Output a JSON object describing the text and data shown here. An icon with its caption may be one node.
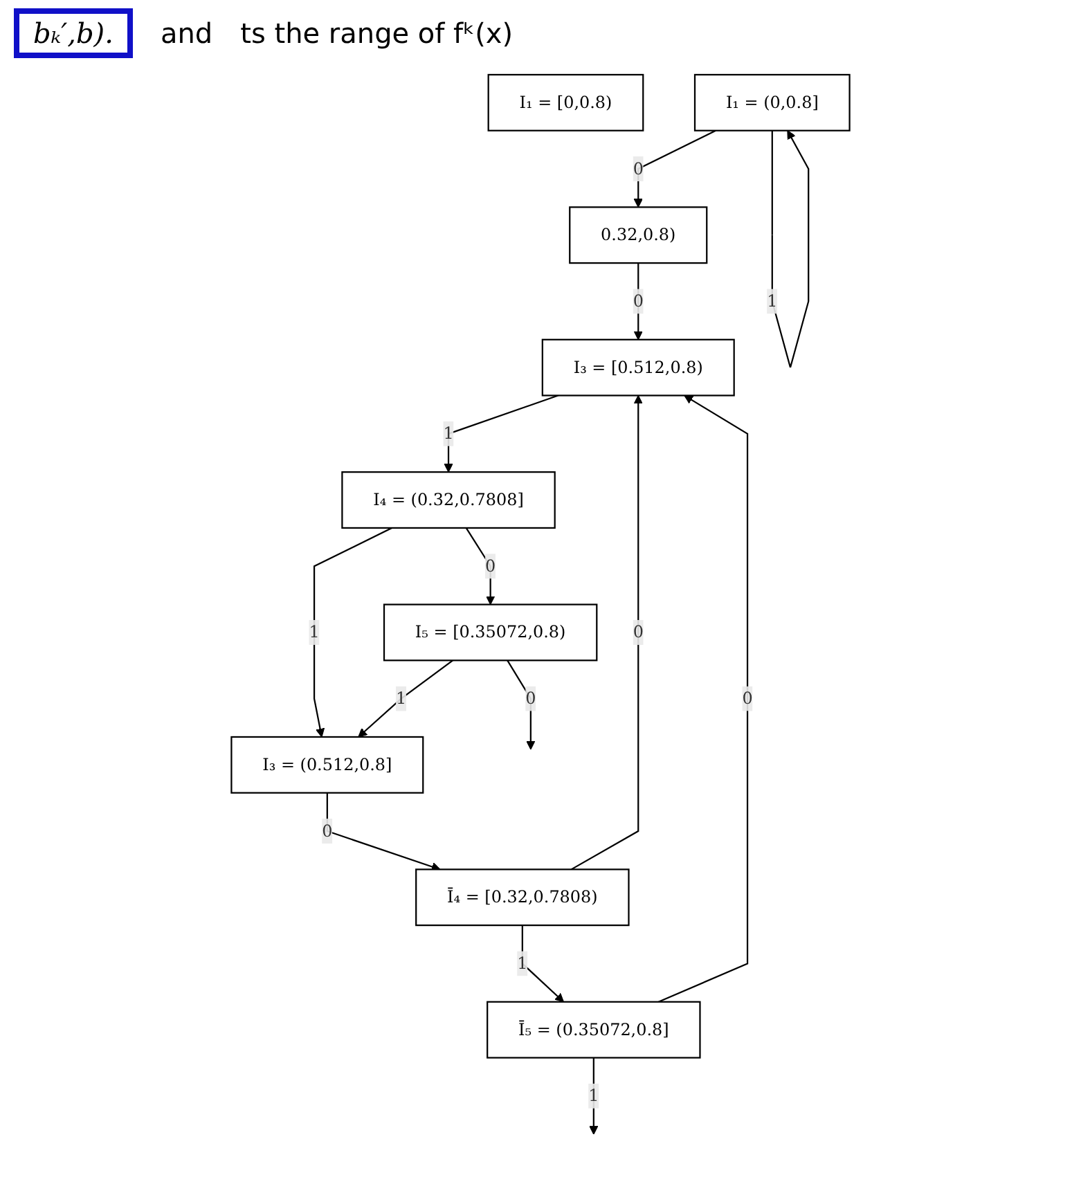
{
  "diagram": {
    "nodes": [
      {
        "text": [
          "I₁ = [0,0.8)"
        ]
      },
      {
        "text": [
          "I₁ = (0,0.8]"
        ]
      },
      {
        "text": [
          "0.32,0.8)"
        ]
      },
      {
        "text": [
          "I₃ = (0.512,0.8]"
        ]
      },
      {
        "text": [
          "I₃ = [0.512,0.8)"
        ]
      },
      {
        "text": [
          "Ī₄ = [0.32,0.7808)"
        ]
      },
      {
        "text": [
          "I₄ = (0.32,0.7808]"
        ]
      },
      {
        "text": [
          "Ī₅ = (0.35072,0.8]"
        ]
      },
      {
        "text": [
          "I₅ = [0.35072,0.8)"
        ]
      }
    ],
    "edges": [
      {
        "from": 1,
        "to": 1,
        "arrow": "to",
        "label": "1"
      },
      {
        "from": 1,
        "to": 2,
        "arrow": "to",
        "label": "0"
      },
      {
        "from": 2,
        "to": 4,
        "arrow": "to",
        "label": "0"
      },
      {
        "from": 3,
        "to": 5,
        "arrow": "to",
        "label": "0"
      },
      {
        "from": 4,
        "to": 6,
        "arrow": "to",
        "label": "1"
      },
      {
        "from": 5,
        "to": 7,
        "arrow": "to",
        "label": "1"
      },
      {
        "from": 6,
        "to": 8,
        "arrow": "to",
        "label": "0"
      },
      {
        "from": 5,
        "to": 4,
        "arrow": "to",
        "label": "0"
      },
      {
        "from": 6,
        "to": 3,
        "arrow": "to",
        "label": "1"
      },
      {
        "from": 7,
        "to": 4,
        "arrow": "to",
        "label": "0"
      },
      {
        "from": 8,
        "to": 3,
        "arrow": "to",
        "label": "1"
      },
      {
        "from": 7,
        "to": null,
        "arrow": "to",
        "label": "1"
      },
      {
        "from": 8,
        "to": null,
        "arrow": "to",
        "label": "0"
      }
    ],
    "labels": [
      "bₖ′,b).",
      "and",
      "ts the range of fᵏ(x)"
    ]
  }
}
